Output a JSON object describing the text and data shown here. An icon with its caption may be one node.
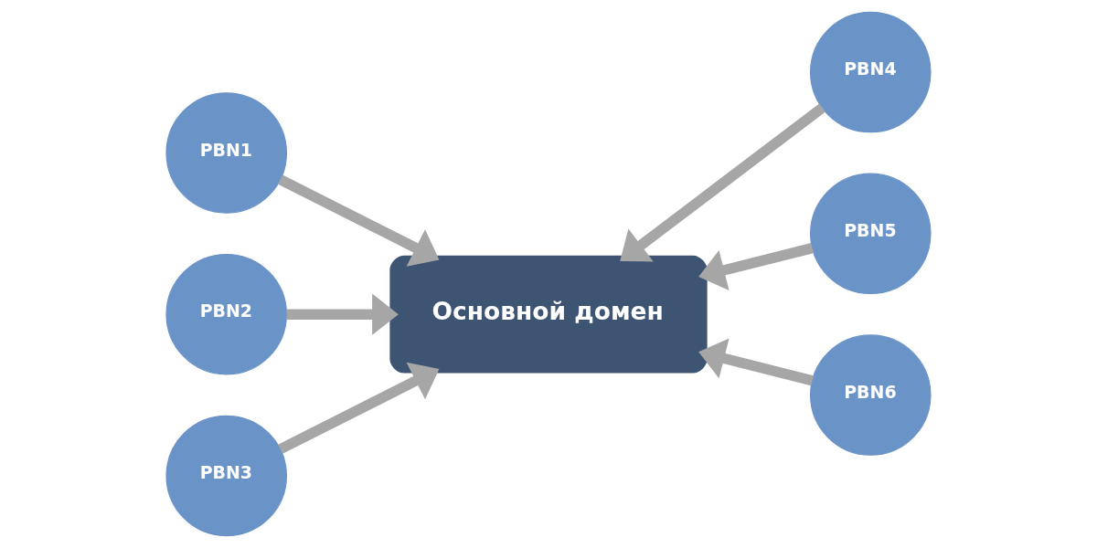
{
  "diagram": {
    "nodes": [
      {
        "text": [
          "PBN1"
        ]
      },
      {
        "text": [
          "PBN4"
        ]
      },
      {
        "text": [
          "PBN2"
        ]
      },
      {
        "text": [
          "Основной домен"
        ]
      },
      {
        "text": [
          "PBN5"
        ]
      },
      {
        "text": [
          "PBN3"
        ]
      },
      {
        "text": [
          "PBN6"
        ]
      }
    ],
    "edges": [
      {
        "from": 0,
        "to": 3,
        "arrow": "to"
      },
      {
        "from": 1,
        "to": 3,
        "arrow": "to"
      },
      {
        "from": 2,
        "to": 3,
        "arrow": "to"
      },
      {
        "from": 4,
        "to": 3,
        "arrow": "to"
      },
      {
        "from": 5,
        "to": 3,
        "arrow": "to"
      },
      {
        "from": 6,
        "to": 3,
        "arrow": "to"
      }
    ]
  }
}
